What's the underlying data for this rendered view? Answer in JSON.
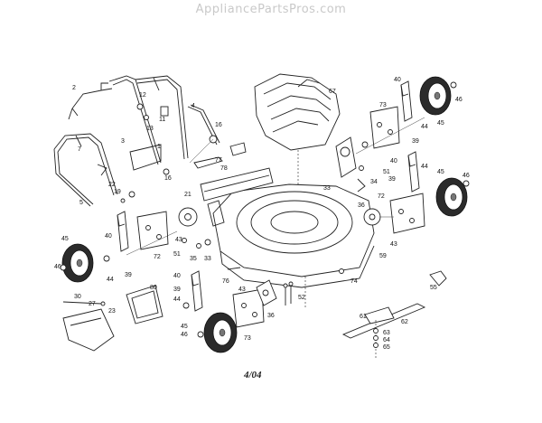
{
  "watermark": "AppliancePartsPros.com",
  "footer_date": "4/04",
  "labels": [
    {
      "id": "p2",
      "text": "2"
    },
    {
      "id": "p12",
      "text": "12"
    },
    {
      "id": "p13",
      "text": "13"
    },
    {
      "id": "p11",
      "text": "11"
    },
    {
      "id": "p4",
      "text": "4"
    },
    {
      "id": "p16a",
      "text": "16"
    },
    {
      "id": "p67",
      "text": "67"
    },
    {
      "id": "p40a",
      "text": "40"
    },
    {
      "id": "p46a",
      "text": "46"
    },
    {
      "id": "p45a",
      "text": "45"
    },
    {
      "id": "p73a",
      "text": "73"
    },
    {
      "id": "p44a",
      "text": "44"
    },
    {
      "id": "p39a",
      "text": "39"
    },
    {
      "id": "p7",
      "text": "7"
    },
    {
      "id": "p3",
      "text": "3"
    },
    {
      "id": "p1",
      "text": "1"
    },
    {
      "id": "p77",
      "text": "77"
    },
    {
      "id": "p78",
      "text": "78"
    },
    {
      "id": "p16b",
      "text": "16"
    },
    {
      "id": "p22",
      "text": "22"
    },
    {
      "id": "p19",
      "text": "19"
    },
    {
      "id": "p5",
      "text": "5"
    },
    {
      "id": "p21",
      "text": "21"
    },
    {
      "id": "p33a",
      "text": "33"
    },
    {
      "id": "p51a",
      "text": "51"
    },
    {
      "id": "p34",
      "text": "34"
    },
    {
      "id": "p40b",
      "text": "40"
    },
    {
      "id": "p44b",
      "text": "44"
    },
    {
      "id": "p39b",
      "text": "39"
    },
    {
      "id": "p45b",
      "text": "45"
    },
    {
      "id": "p46b",
      "text": "46"
    },
    {
      "id": "p72a",
      "text": "72"
    },
    {
      "id": "p36a",
      "text": "36"
    },
    {
      "id": "p43a",
      "text": "43"
    },
    {
      "id": "p40c",
      "text": "40"
    },
    {
      "id": "p43b",
      "text": "43"
    },
    {
      "id": "p45c",
      "text": "45"
    },
    {
      "id": "p51b",
      "text": "51"
    },
    {
      "id": "p35",
      "text": "35"
    },
    {
      "id": "p33b",
      "text": "33"
    },
    {
      "id": "p72b",
      "text": "72"
    },
    {
      "id": "p46c",
      "text": "46"
    },
    {
      "id": "p44c",
      "text": "44"
    },
    {
      "id": "p39c",
      "text": "39"
    },
    {
      "id": "p59",
      "text": "59"
    },
    {
      "id": "p40d",
      "text": "40"
    },
    {
      "id": "p39d",
      "text": "39"
    },
    {
      "id": "p76",
      "text": "76"
    },
    {
      "id": "p43c",
      "text": "43"
    },
    {
      "id": "p74",
      "text": "74"
    },
    {
      "id": "p55",
      "text": "55"
    },
    {
      "id": "p80",
      "text": "80"
    },
    {
      "id": "p30",
      "text": "30"
    },
    {
      "id": "p27",
      "text": "27"
    },
    {
      "id": "p23",
      "text": "23"
    },
    {
      "id": "p36b",
      "text": "36"
    },
    {
      "id": "p52",
      "text": "52"
    },
    {
      "id": "p44d",
      "text": "44"
    },
    {
      "id": "p45d",
      "text": "45"
    },
    {
      "id": "p46d",
      "text": "46"
    },
    {
      "id": "p73b",
      "text": "73"
    },
    {
      "id": "p61",
      "text": "61"
    },
    {
      "id": "p62",
      "text": "62"
    },
    {
      "id": "p63",
      "text": "63"
    },
    {
      "id": "p64",
      "text": "64"
    },
    {
      "id": "p65",
      "text": "65"
    }
  ]
}
